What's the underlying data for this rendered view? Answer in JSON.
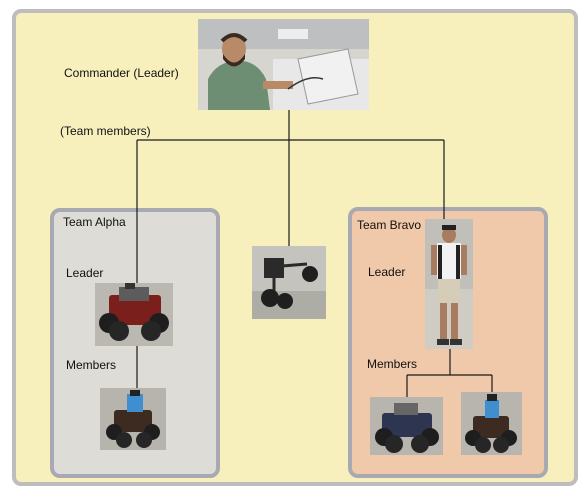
{
  "diagram": {
    "commander_label": "Commander (Leader)",
    "team_members_label": "(Team members)",
    "alpha": {
      "title": "Team Alpha",
      "leader_label": "Leader",
      "members_label": "Members"
    },
    "bravo": {
      "title": "Team Bravo",
      "leader_label": "Leader",
      "members_label": "Members"
    }
  },
  "colors": {
    "background": "#f7f0bd",
    "frame_border": "#bdbdbd",
    "alpha_panel": "#dddcd6",
    "bravo_panel": "#efc9a9",
    "panel_border": "#a9a9b1",
    "connector": "#1a1a1a"
  },
  "icons": {
    "commander": "commander-photo",
    "wheel_robot": "wheeled-robot-photo",
    "walker": "walker-robot-photo",
    "human": "human-leader-photo"
  }
}
